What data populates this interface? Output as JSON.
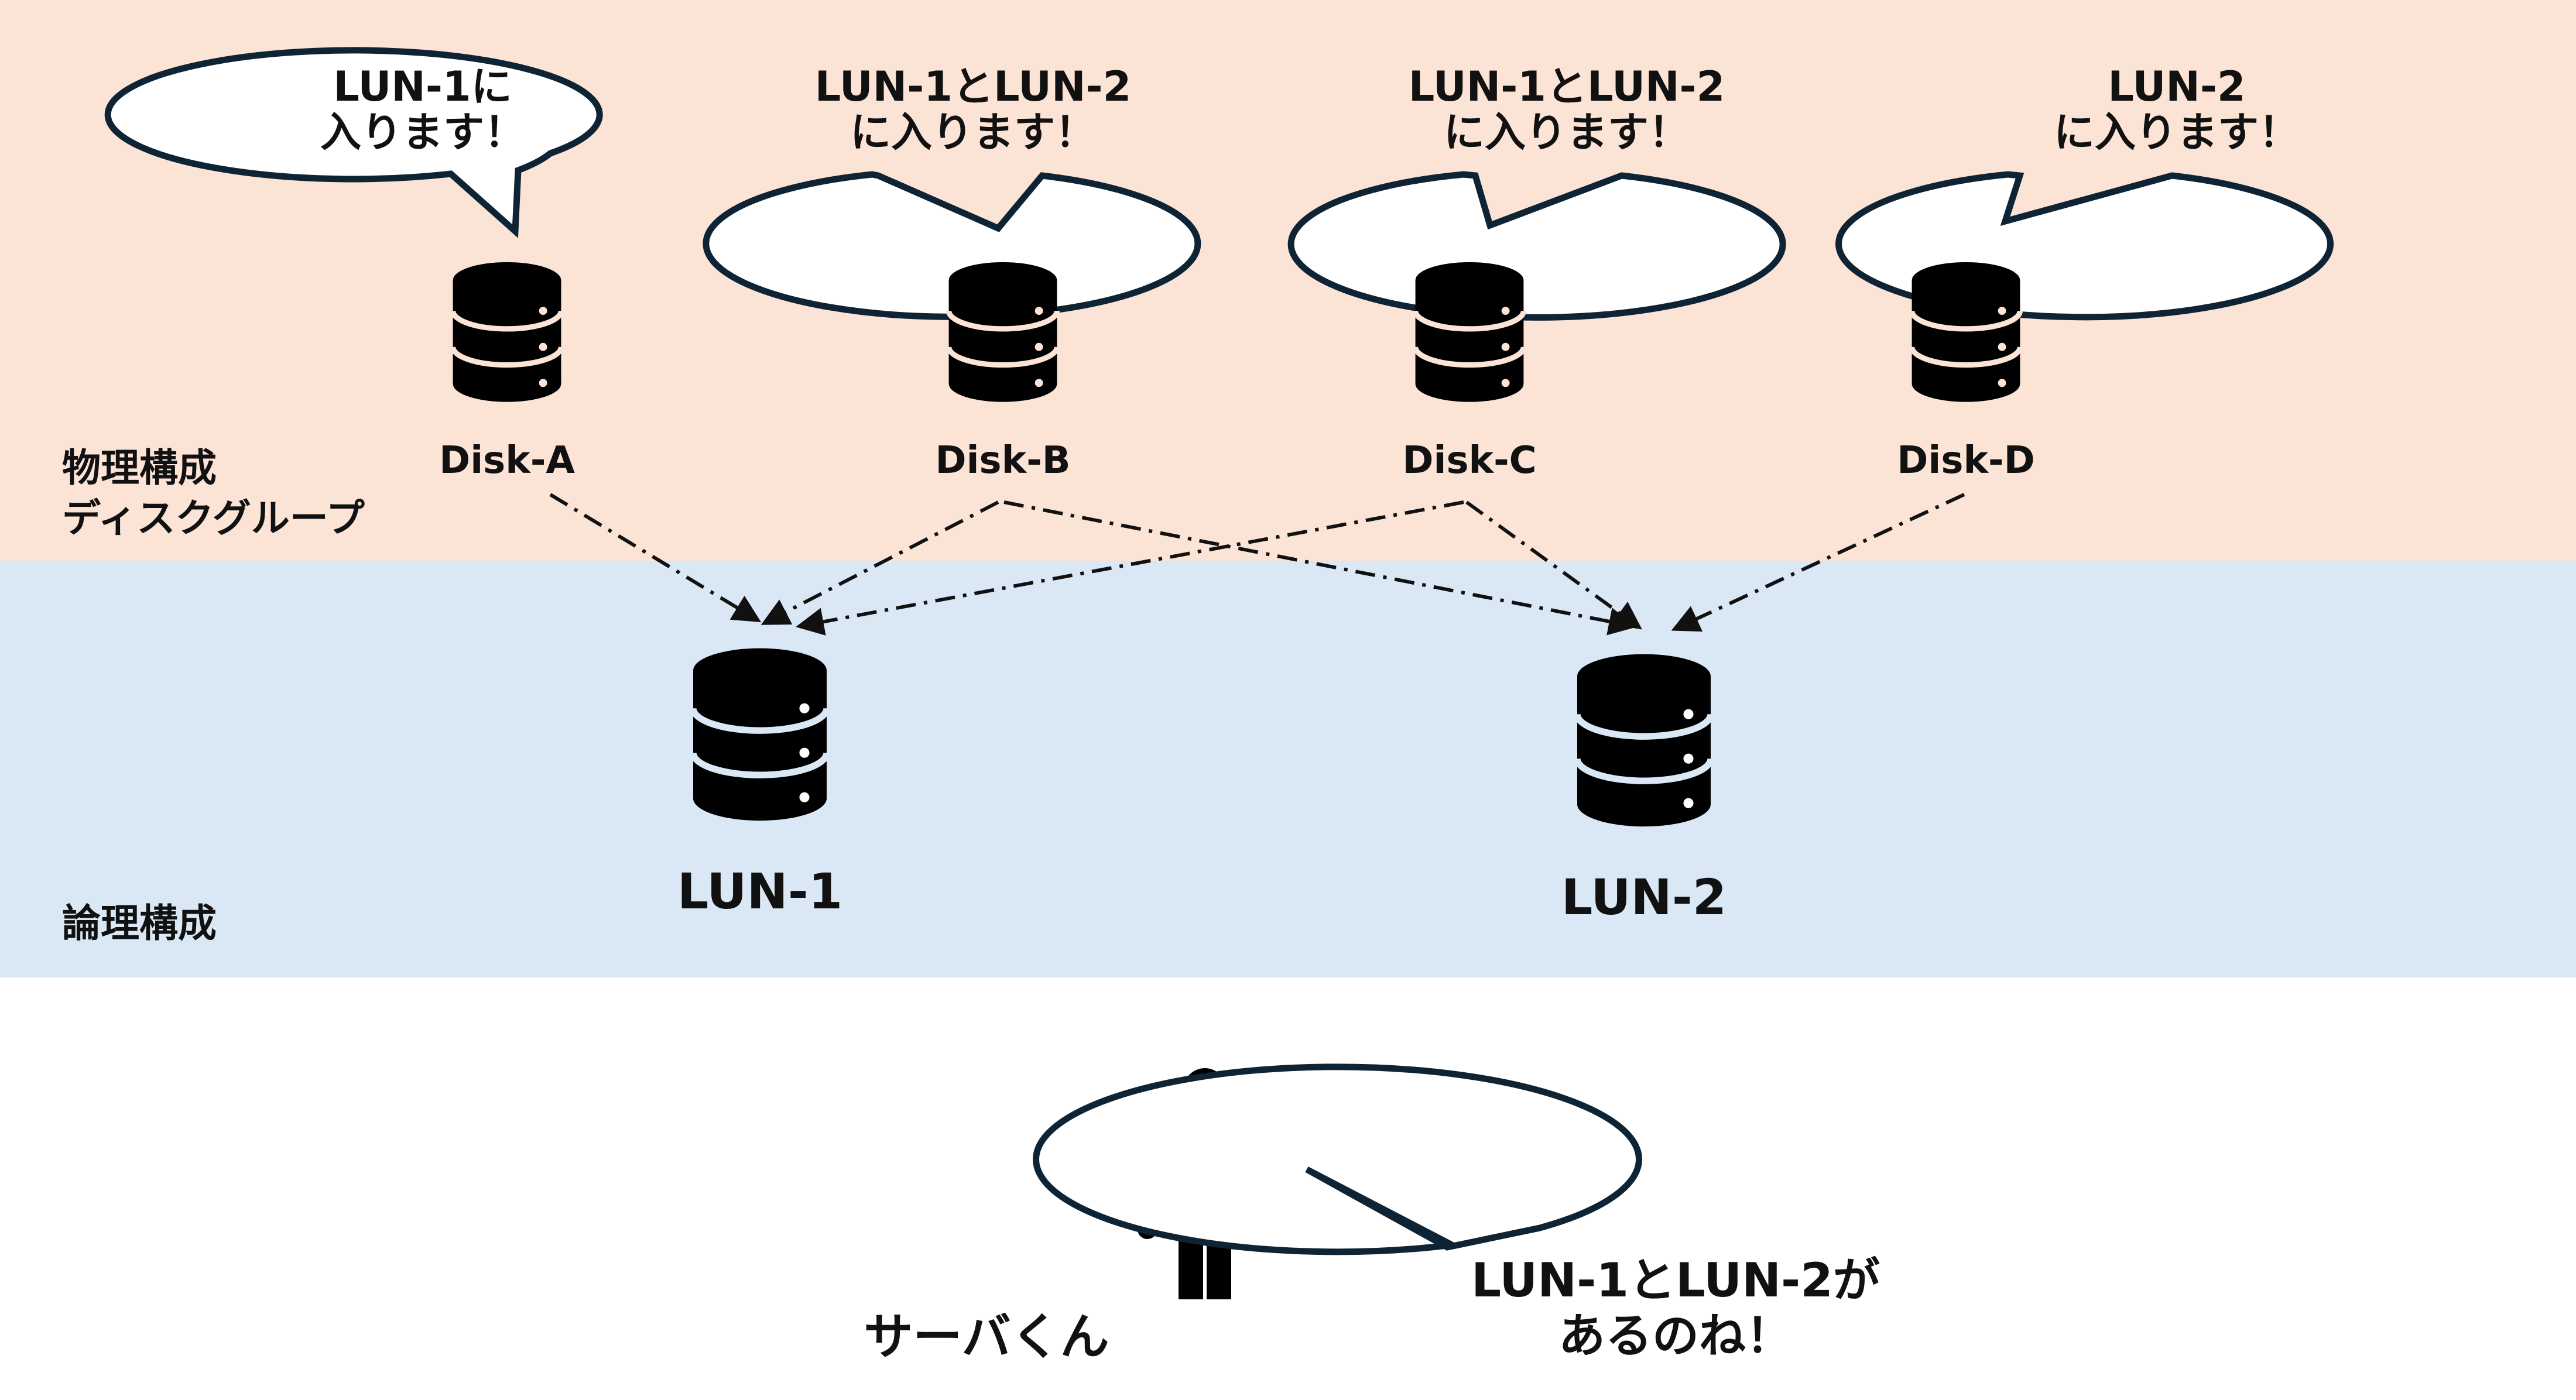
{
  "colors": {
    "physical_band": "#fbe3d6",
    "logical_band": "#dae8f5",
    "outline": "#0e2333",
    "ink": "#111111"
  },
  "sections": {
    "physical_line1": "物理構成",
    "physical_line2": "ディスクグループ",
    "logical": "論理構成"
  },
  "disks": [
    {
      "label": "Disk-A",
      "bubble_line1": "LUN-1に",
      "bubble_line2": "入ります！",
      "icon": "database-icon"
    },
    {
      "label": "Disk-B",
      "bubble_line1": "LUN-1とLUN-2",
      "bubble_line2": "に入ります！",
      "icon": "database-icon"
    },
    {
      "label": "Disk-C",
      "bubble_line1": "LUN-1とLUN-2",
      "bubble_line2": "に入ります！",
      "icon": "database-icon"
    },
    {
      "label": "Disk-D",
      "bubble_line1": "LUN-2",
      "bubble_line2": "に入ります！",
      "icon": "database-icon"
    }
  ],
  "luns": [
    {
      "label": "LUN-1",
      "icon": "database-icon"
    },
    {
      "label": "LUN-2",
      "icon": "database-icon"
    }
  ],
  "mappings": [
    {
      "from": "Disk-A",
      "to": "LUN-1"
    },
    {
      "from": "Disk-B",
      "to": "LUN-1"
    },
    {
      "from": "Disk-B",
      "to": "LUN-2"
    },
    {
      "from": "Disk-C",
      "to": "LUN-1"
    },
    {
      "from": "Disk-C",
      "to": "LUN-2"
    },
    {
      "from": "Disk-D",
      "to": "LUN-2"
    }
  ],
  "server": {
    "label": "サーバくん",
    "icon": "person-icon",
    "bubble_line1": "LUN-1とLUN-2が",
    "bubble_line2": "あるのね！"
  }
}
